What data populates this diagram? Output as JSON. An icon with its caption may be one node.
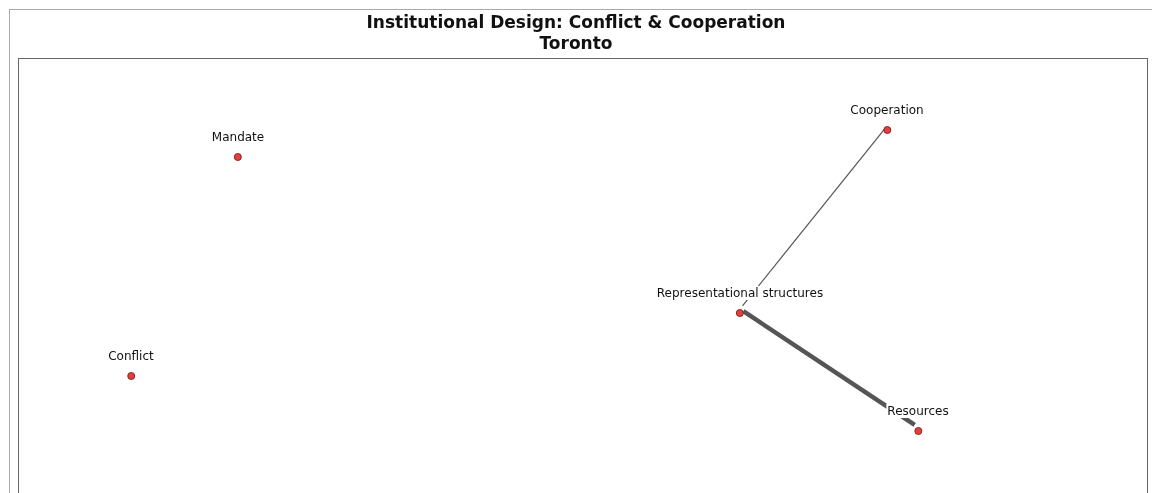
{
  "diagram": {
    "title": "Institutional Design: Conflict & Cooperation",
    "nodes": [
      {
        "text": [
          "Cooperation"
        ]
      },
      {
        "text": [
          "Mandate"
        ]
      },
      {
        "text": [
          "Representational structures"
        ]
      },
      {
        "text": [
          "Conflict"
        ]
      },
      {
        "text": [
          "Resources"
        ]
      }
    ],
    "edges": [
      {
        "from": 2,
        "to": 0,
        "arrow": "none"
      },
      {
        "from": 2,
        "to": 4,
        "arrow": "none",
        "style": "thick"
      }
    ],
    "labels": [
      "Toronto"
    ]
  }
}
